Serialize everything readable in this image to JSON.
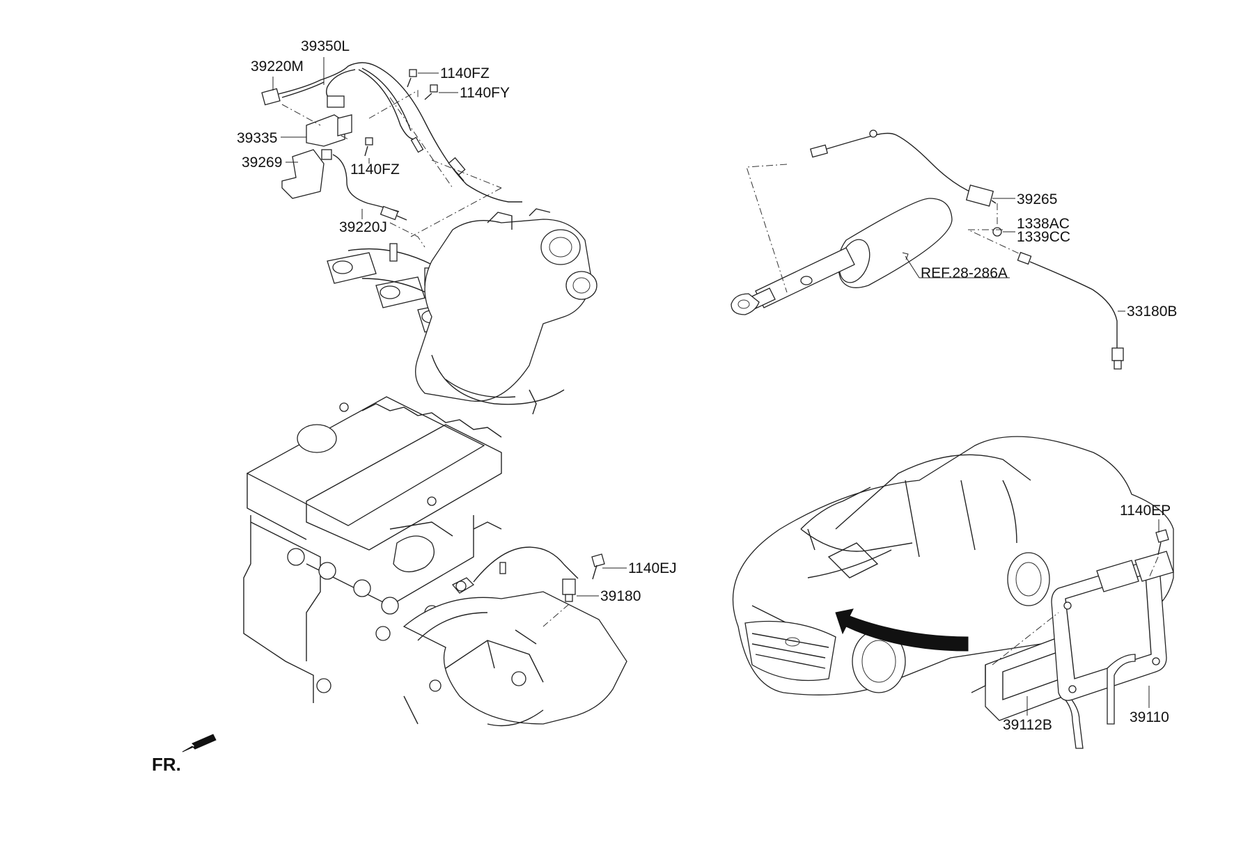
{
  "labels": {
    "p39350L": "39350L",
    "p39220M": "39220M",
    "p1140FZ_a": "1140FZ",
    "p1140FY": "1140FY",
    "p39335": "39335",
    "p39269": "39269",
    "p1140FZ_b": "1140FZ",
    "p39220J": "39220J",
    "p39265": "39265",
    "p1338AC": "1338AC",
    "p1339CC": "1339CC",
    "pREF": "REF.28-286A",
    "p33180B": "33180B",
    "p1140EP": "1140EP",
    "p1140EJ": "1140EJ",
    "p39180": "39180",
    "p39112B": "39112B",
    "p39110": "39110",
    "fr": "FR."
  },
  "colors": {
    "line": "#222222",
    "background": "#ffffff"
  }
}
